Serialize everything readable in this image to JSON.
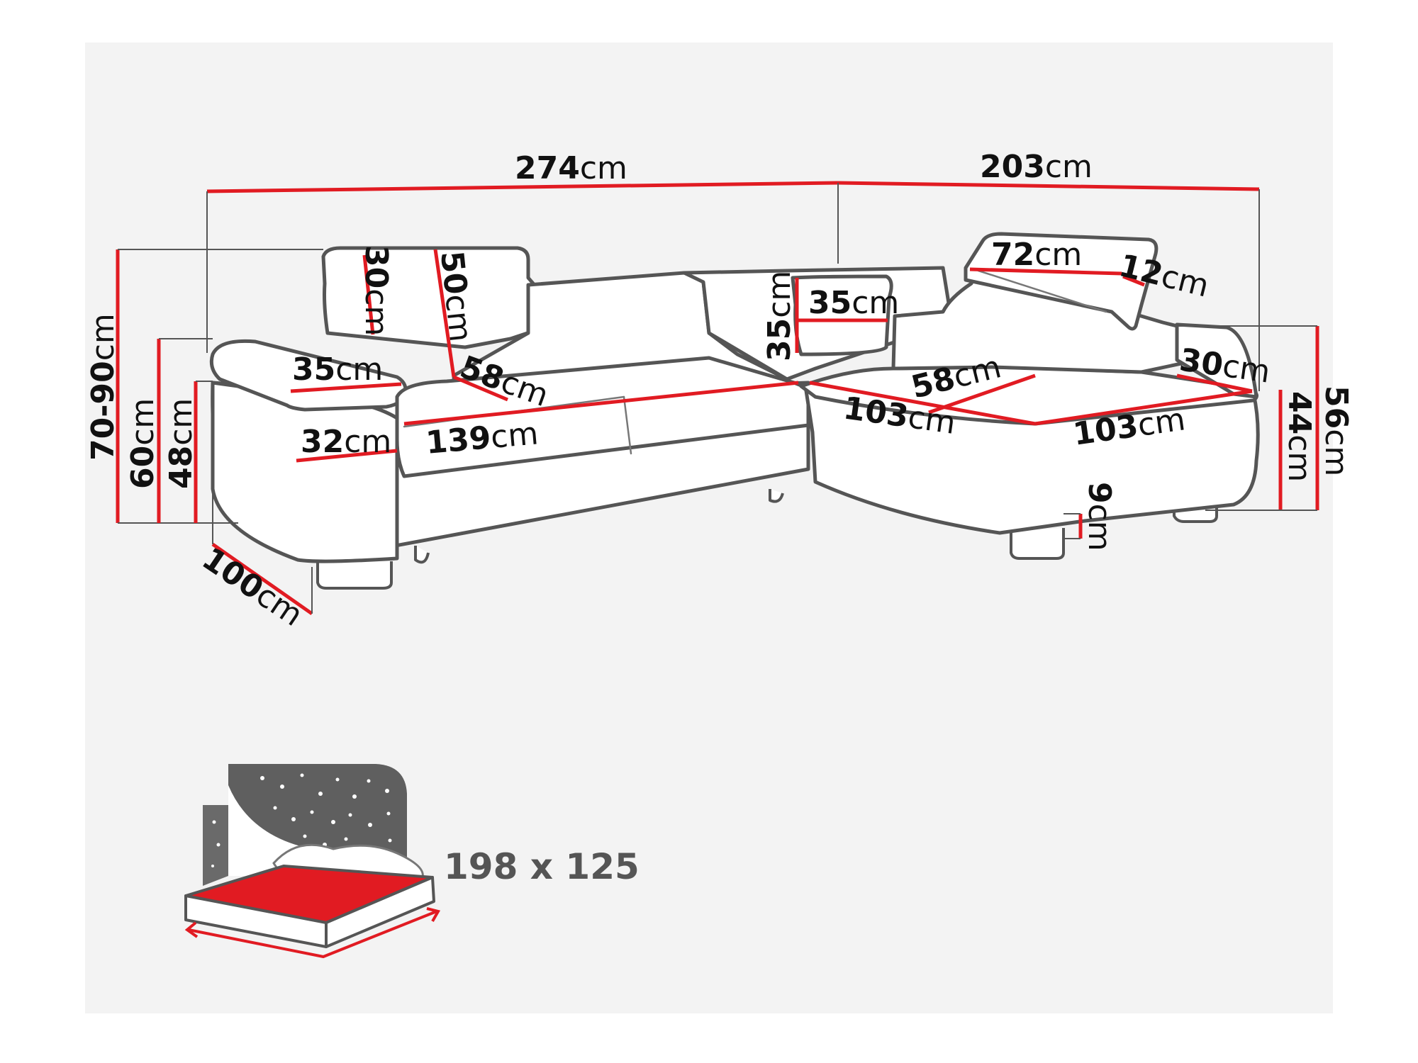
{
  "diagram": {
    "colors": {
      "dimension_line": "#e11b22",
      "outline": "#555555",
      "backdrop": "#f3f3f3",
      "night_panel": "#5f5f5f",
      "mattress": "#e11b22"
    },
    "dimensions": {
      "width_left": {
        "n": "274",
        "u": "cm"
      },
      "width_right": {
        "n": "203",
        "u": "cm"
      },
      "height_total": {
        "n": "70-90",
        "u": "cm"
      },
      "height_back": {
        "n": "60",
        "u": "cm"
      },
      "height_arm": {
        "n": "48",
        "u": "cm"
      },
      "depth": {
        "n": "100",
        "u": "cm"
      },
      "headrest_height": {
        "n": "30",
        "u": "cm"
      },
      "back_height": {
        "n": "50",
        "u": "cm"
      },
      "armrest_width": {
        "n": "35",
        "u": "cm"
      },
      "seat_depth_left": {
        "n": "58",
        "u": "cm"
      },
      "arm_front": {
        "n": "32",
        "u": "cm"
      },
      "seat_width": {
        "n": "139",
        "u": "cm"
      },
      "cushion_height": {
        "n": "35",
        "u": "cm"
      },
      "cushion_width": {
        "n": "35",
        "u": "cm"
      },
      "headrest_width": {
        "n": "72",
        "u": "cm"
      },
      "headrest_depth": {
        "n": "12",
        "u": "cm"
      },
      "chaise_arm": {
        "n": "30",
        "u": "cm"
      },
      "chaise_seat_depth": {
        "n": "58",
        "u": "cm"
      },
      "chaise_len_a": {
        "n": "103",
        "u": "cm"
      },
      "chaise_len_b": {
        "n": "103",
        "u": "cm"
      },
      "seat_height": {
        "n": "44",
        "u": "cm"
      },
      "chaise_height": {
        "n": "56",
        "u": "cm"
      },
      "leg_height": {
        "n": "9",
        "u": "cm"
      }
    },
    "sleeping_area": "198 x 125"
  }
}
